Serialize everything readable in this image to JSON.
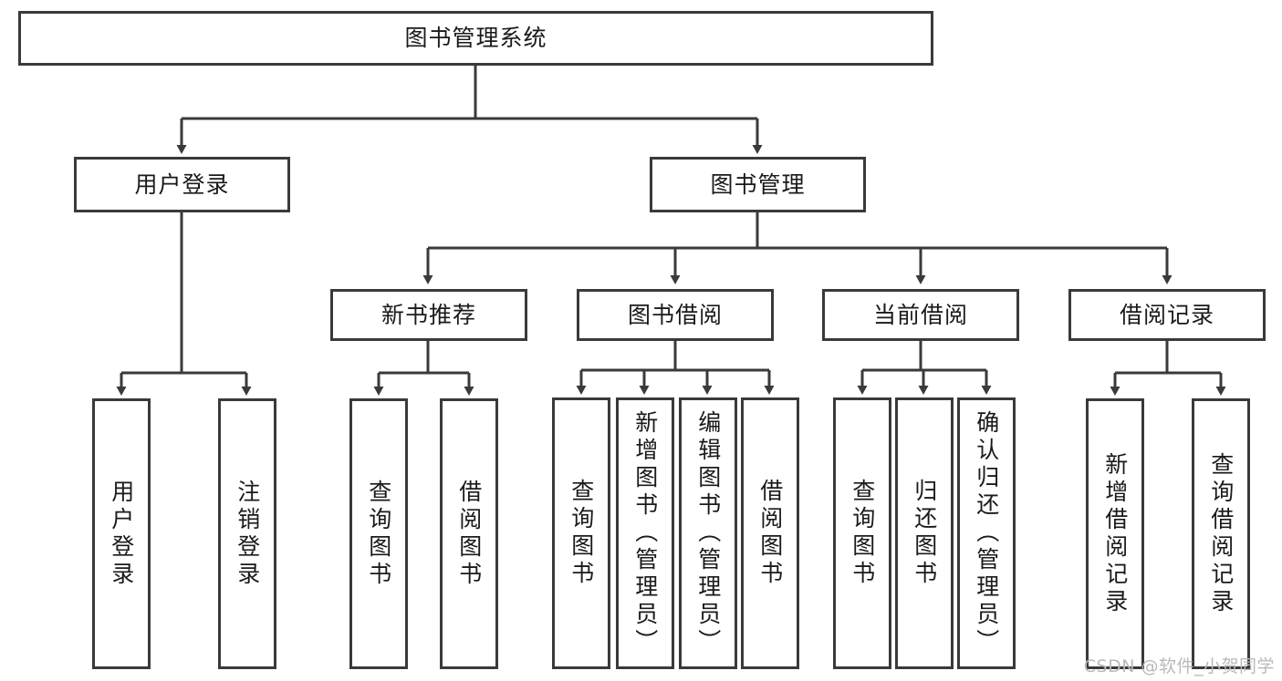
{
  "diagram": {
    "title": "图书管理系统",
    "type": "tree-hierarchy-diagram",
    "root": {
      "id": "root",
      "label": "图书管理系统"
    },
    "level2": [
      {
        "id": "user-login",
        "label": "用户登录"
      },
      {
        "id": "book-manage",
        "label": "图书管理"
      }
    ],
    "level3": [
      {
        "id": "new-book-rec",
        "label": "新书推荐",
        "parent": "book-manage"
      },
      {
        "id": "book-borrow",
        "label": "图书借阅",
        "parent": "book-manage"
      },
      {
        "id": "current-borrow",
        "label": "当前借阅",
        "parent": "book-manage"
      },
      {
        "id": "borrow-record",
        "label": "借阅记录",
        "parent": "book-manage"
      }
    ],
    "leaves": [
      {
        "id": "leaf-user-login",
        "label": "用户登录",
        "parent": "user-login"
      },
      {
        "id": "leaf-logout-login",
        "label": "注销登录",
        "parent": "user-login"
      },
      {
        "id": "leaf-query-book-1",
        "label": "查询图书",
        "parent": "new-book-rec"
      },
      {
        "id": "leaf-borrow-book-1",
        "label": "借阅图书",
        "parent": "new-book-rec"
      },
      {
        "id": "leaf-query-book-2",
        "label": "查询图书",
        "parent": "book-borrow"
      },
      {
        "id": "leaf-add-book",
        "label": "新增图书（管理员）",
        "parent": "book-borrow"
      },
      {
        "id": "leaf-edit-book",
        "label": "编辑图书（管理员）",
        "parent": "book-borrow"
      },
      {
        "id": "leaf-borrow-book-2",
        "label": "借阅图书",
        "parent": "book-borrow"
      },
      {
        "id": "leaf-query-book-3",
        "label": "查询图书",
        "parent": "current-borrow"
      },
      {
        "id": "leaf-return-book",
        "label": "归还图书",
        "parent": "current-borrow"
      },
      {
        "id": "leaf-confirm-return",
        "label": "确认归还（管理员）",
        "parent": "current-borrow"
      },
      {
        "id": "leaf-add-record",
        "label": "新增借阅记录",
        "parent": "borrow-record"
      },
      {
        "id": "leaf-query-record",
        "label": "查询借阅记录",
        "parent": "borrow-record"
      }
    ],
    "colors": {
      "border": "#3a3a3a",
      "background": "#ffffff",
      "text": "#1a1a1a",
      "watermark": "#b9b9b9"
    }
  },
  "watermark": {
    "text": "CSDN @软件_小贺同学"
  }
}
